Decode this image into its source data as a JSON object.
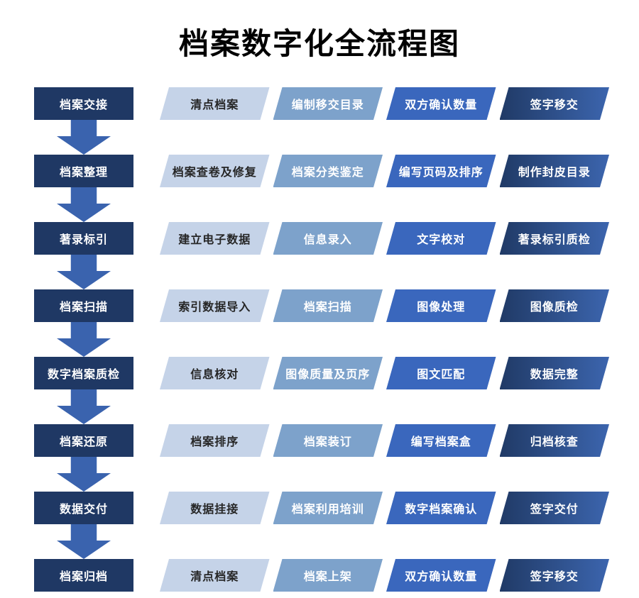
{
  "title": "档案数字化全流程图",
  "rows": [
    {
      "stage": "档案交接",
      "steps": [
        "清点档案",
        "编制移交目录",
        "双方确认数量",
        "签字移交"
      ]
    },
    {
      "stage": "档案整理",
      "steps": [
        "档案查卷及修复",
        "档案分类鉴定",
        "编写页码及排序",
        "制作封皮目录"
      ]
    },
    {
      "stage": "著录标引",
      "steps": [
        "建立电子数据",
        "信息录入",
        "文字校对",
        "著录标引质检"
      ]
    },
    {
      "stage": "档案扫描",
      "steps": [
        "索引数据导入",
        "档案扫描",
        "图像处理",
        "图像质检"
      ]
    },
    {
      "stage": "数字档案质检",
      "steps": [
        "信息核对",
        "图像质量及页序",
        "图文匹配",
        "数据完整"
      ]
    },
    {
      "stage": "档案还原",
      "steps": [
        "档案排序",
        "档案装订",
        "编写档案盒",
        "归档核查"
      ]
    },
    {
      "stage": "数据交付",
      "steps": [
        "数据挂接",
        "档案利用培训",
        "数字档案确认",
        "签字交付"
      ]
    },
    {
      "stage": "档案归档",
      "steps": [
        "清点档案",
        "档案上架",
        "双方确认数量",
        "签字移交"
      ]
    }
  ],
  "colors": {
    "title_text": "#000000",
    "stage_bg": "#1f3864",
    "stage_text": "#ffffff",
    "down_arrow": "#3a63ae",
    "step1_bg": "#c5d3e8",
    "step1_text": "#262626",
    "step2_bg": "#7da2cb",
    "step3_bg": "#3a67bd",
    "step4_bg_gradient_start": "#203a66",
    "step4_bg_gradient_end": "#3c65ae",
    "light_text": "#ffffff"
  }
}
